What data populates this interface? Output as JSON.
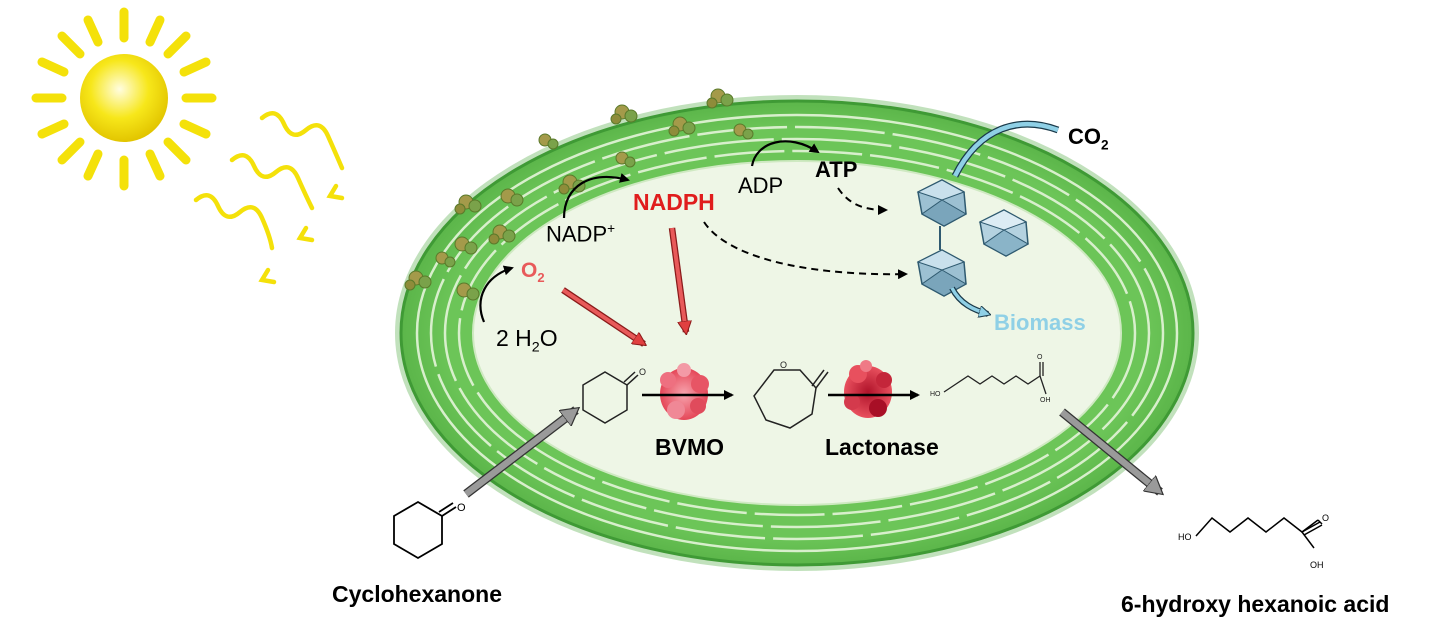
{
  "labels": {
    "o2": "O",
    "o2_sub": "2",
    "water_prefix": "2 H",
    "water_sub": "2",
    "water_suffix": "O",
    "nadp": "NADP",
    "nadp_sup": "+",
    "nadph": "NADPH",
    "adp": "ADP",
    "atp": "ATP",
    "co2": "CO",
    "co2_sub": "2",
    "biomass": "Biomass",
    "bvmo": "BVMO",
    "lactonase": "Lactonase",
    "cyclohexanone": "Cyclohexanone",
    "product": "6-hydroxy hexanoic acid"
  },
  "molecule_atoms": {
    "ketone_o": "O",
    "lactone_o": "O",
    "acid_ho": "HO",
    "acid_o": "O",
    "acid_oh": "OH"
  },
  "colors": {
    "cell_green": "#5cb948",
    "cell_dark_green": "#3f9a35",
    "cytoplasm": "#eef6e6",
    "sun_yellow": "#f4e10a",
    "nadph_red": "#e01d1d",
    "o2_red": "#e85a5a",
    "enzyme_red": "#e84a5a",
    "biomass_blue": "#8fd0e6",
    "carboxysome": "#8fb6c9",
    "grey_arrow": "#9a9a9a"
  }
}
